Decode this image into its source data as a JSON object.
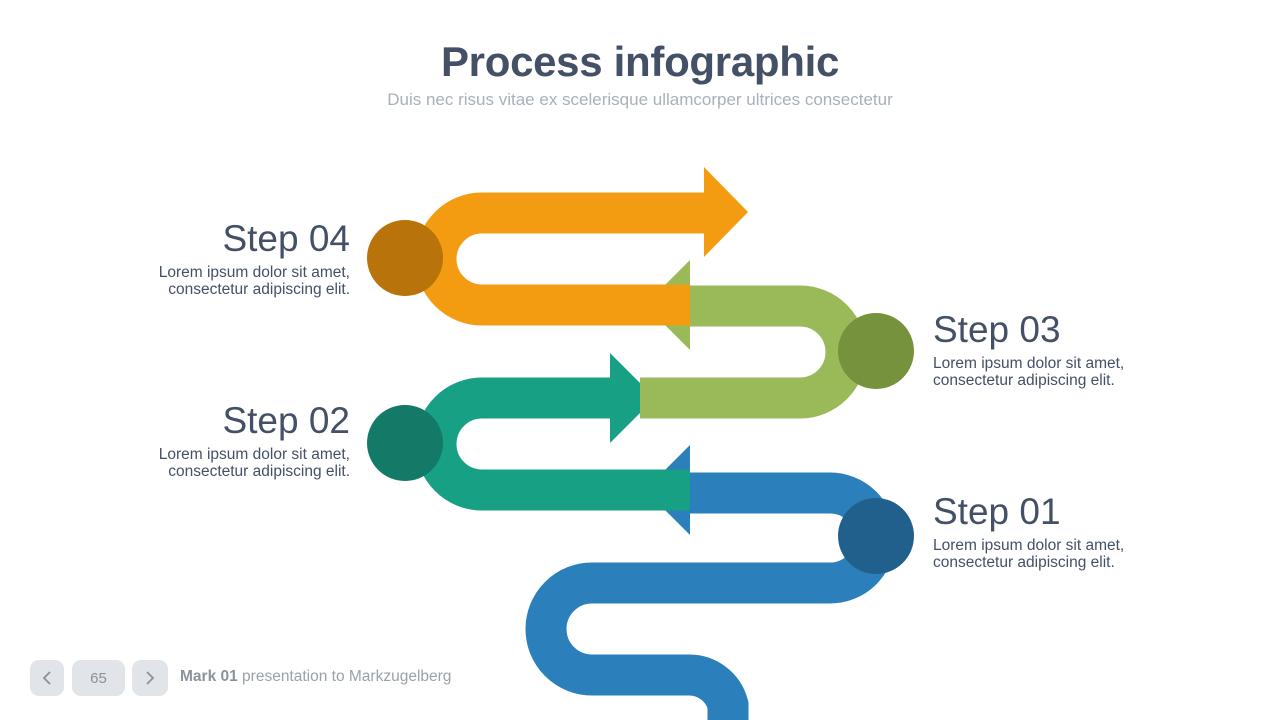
{
  "title": "Process infographic",
  "subtitle": "Duis nec risus vitae ex scelerisque ullamcorper ultrices consectetur",
  "steps": [
    {
      "title": "Step 04",
      "line1": "Lorem ipsum dolor sit amet,",
      "line2": "consectetur adipiscing elit.",
      "color": "#f39c12",
      "dot": "#b8730a"
    },
    {
      "title": "Step 03",
      "line1": "Lorem ipsum dolor sit amet,",
      "line2": "consectetur adipiscing elit.",
      "color": "#9aba59",
      "dot": "#76923c"
    },
    {
      "title": "Step 02",
      "line1": "Lorem ipsum dolor sit amet,",
      "line2": "consectetur adipiscing elit.",
      "color": "#17a084",
      "dot": "#127a66"
    },
    {
      "title": "Step 01",
      "line1": "Lorem ipsum dolor sit amet,",
      "line2": "consectetur adipiscing elit.",
      "color": "#2b7fbb",
      "dot": "#215f8c"
    }
  ],
  "footer": {
    "page_number": "65",
    "prev_icon": "chevron-left-icon",
    "next_icon": "chevron-right-icon",
    "brand": "Mark 01",
    "text": " presentation to Markzugelberg"
  }
}
